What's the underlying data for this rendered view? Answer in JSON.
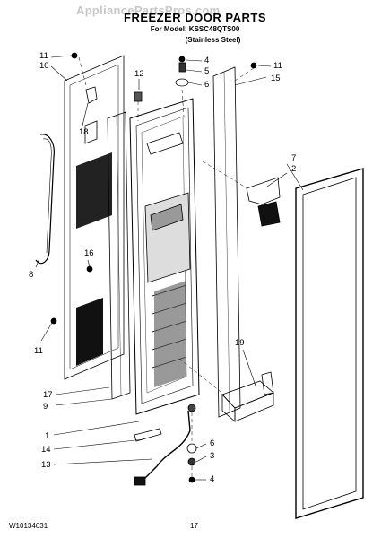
{
  "watermark": "AppliancePartsPros.com",
  "header": {
    "title": "FREEZER DOOR PARTS",
    "model_line": "For Model: KSSC48QTS00",
    "finish_line": "(Stainless Steel)"
  },
  "callouts": {
    "c11a": "11",
    "c10": "10",
    "c18": "18",
    "c12": "12",
    "c4a": "4",
    "c5": "5",
    "c6a": "6",
    "c11b": "11",
    "c15": "15",
    "c7": "7",
    "c2": "2",
    "c16": "16",
    "c8": "8",
    "c11c": "11",
    "c19": "19",
    "c17": "17",
    "c9": "9",
    "c1": "1",
    "c14": "14",
    "c13": "13",
    "c6b": "6",
    "c3": "3",
    "c4b": "4"
  },
  "footer": {
    "doc_number": "W10134631",
    "page_number": "17"
  }
}
